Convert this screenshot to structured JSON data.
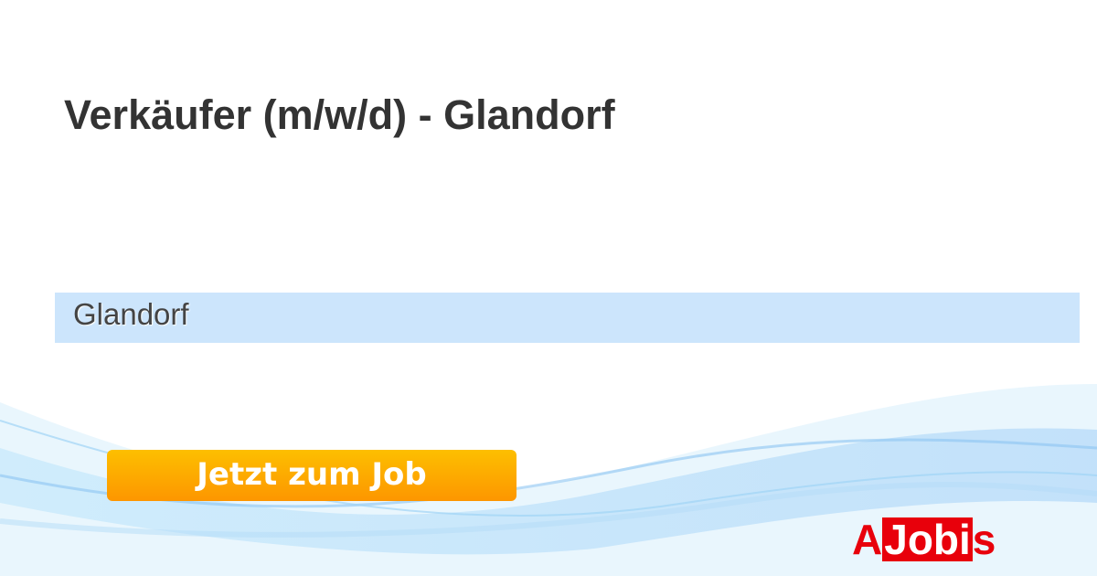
{
  "job": {
    "title": "Verkäufer (m/w/d) - Glandorf",
    "location": "Glandorf"
  },
  "cta": {
    "label": "Jetzt zum Job"
  },
  "logo": {
    "part1": "A",
    "part2": "Jobi",
    "part3": "s"
  },
  "colors": {
    "accent": "#fd9600",
    "brand": "#e8000b",
    "location_bg": "#cce5fc"
  }
}
